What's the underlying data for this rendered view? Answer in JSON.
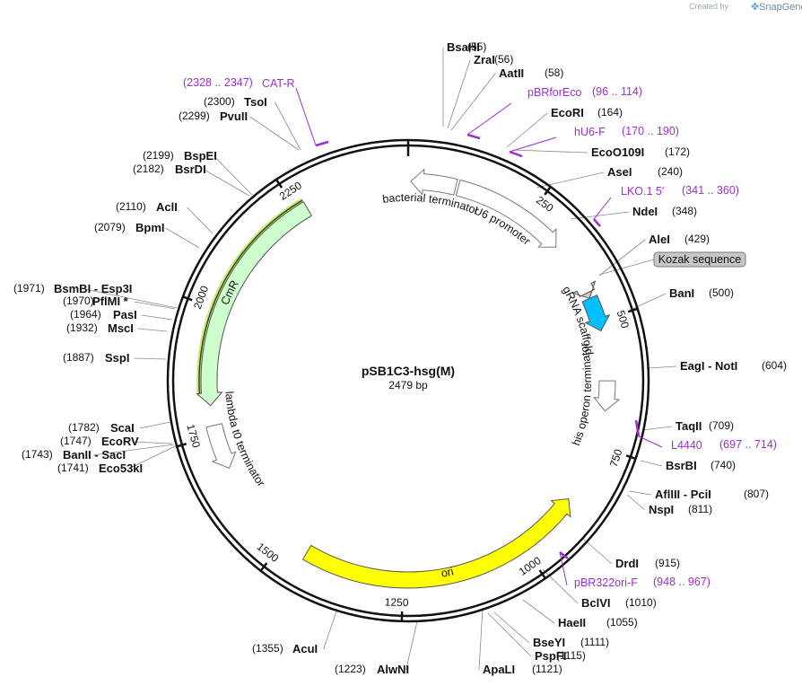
{
  "brand": {
    "created_by": "Created by",
    "name": "SnapGene"
  },
  "plasmid": {
    "name": "pSB1C3-hsg(M)",
    "length_label": "2479 bp"
  },
  "colors": {
    "primer": "#9a2fd0",
    "ori": "#ffff00",
    "cmr": "#ccffcc",
    "grna": "#00bfff",
    "kozak": "#c7c7c7"
  },
  "ticks": [
    {
      "label": "250",
      "bp": 250
    },
    {
      "label": "500",
      "bp": 500
    },
    {
      "label": "750",
      "bp": 750
    },
    {
      "label": "1000",
      "bp": 1000
    },
    {
      "label": "1250",
      "bp": 1250
    },
    {
      "label": "1500",
      "bp": 1500
    },
    {
      "label": "1750",
      "bp": 1750
    },
    {
      "label": "2000",
      "bp": 2000
    },
    {
      "label": "2250",
      "bp": 2250
    }
  ],
  "features": [
    {
      "label": "bacterial terminator",
      "start": 5,
      "end": 95,
      "dir": -1,
      "color": "#ffffff"
    },
    {
      "label": "U6 promoter",
      "start": 100,
      "end": 330,
      "dir": 1,
      "color": "#ffffff"
    },
    {
      "label": "Kozak sequence",
      "start": 440,
      "end": 452,
      "dir": 1,
      "color": "#c7c7c7"
    },
    {
      "label": "gRNA scaffold",
      "start": 452,
      "end": 520,
      "dir": 1,
      "color": "#00bfff"
    },
    {
      "label": "his operon terminator",
      "start": 620,
      "end": 680,
      "dir": 1,
      "color": "#ffffff"
    },
    {
      "label": "ori",
      "start": 870,
      "end": 1450,
      "dir": -1,
      "color": "#ffff00"
    },
    {
      "label": "lambda t0 terminator",
      "start": 1680,
      "end": 1770,
      "dir": -1,
      "color": "#ffffff"
    },
    {
      "label": "CmR",
      "start": 1810,
      "end": 2270,
      "dir": -1,
      "color": "#ccffcc"
    }
  ],
  "sites": [
    {
      "side": "right",
      "name": "BsaHI",
      "pos": "(55)"
    },
    {
      "side": "right",
      "name": "ZraI",
      "pos": "(56)"
    },
    {
      "side": "right",
      "name": "AatII",
      "pos": "(58)"
    },
    {
      "side": "right",
      "name": "EcoRI",
      "pos": "(164)"
    },
    {
      "side": "right",
      "name": "EcoO109I",
      "pos": "(172)"
    },
    {
      "side": "right",
      "name": "AseI",
      "pos": "(240)"
    },
    {
      "side": "right",
      "name": "NdeI",
      "pos": "(348)"
    },
    {
      "side": "right",
      "name": "AleI",
      "pos": "(429)"
    },
    {
      "side": "right",
      "name": "BanI",
      "pos": "(500)"
    },
    {
      "side": "right",
      "name": "EagI  - NotI",
      "pos": "(604)"
    },
    {
      "side": "right",
      "name": "TaqII",
      "pos": "(709)"
    },
    {
      "side": "right",
      "name": "BsrBI",
      "pos": "(740)"
    },
    {
      "side": "right",
      "name": "AflIII   - PciI",
      "pos": "(807)"
    },
    {
      "side": "right",
      "name": "NspI",
      "pos": "(811)"
    },
    {
      "side": "right",
      "name": "DrdI",
      "pos": "(915)"
    },
    {
      "side": "right",
      "name": "BclVI",
      "pos": "(1010)"
    },
    {
      "side": "right",
      "name": "HaeII",
      "pos": "(1055)"
    },
    {
      "side": "right",
      "name": "BseYI",
      "pos": "(1111)"
    },
    {
      "side": "right",
      "name": "PspFI",
      "pos": "(1115)"
    },
    {
      "side": "right",
      "name": "ApaLI",
      "pos": "(1121)"
    },
    {
      "side": "left",
      "name": "AlwNI",
      "pos": "(1223)"
    },
    {
      "side": "left",
      "name": "AcuI",
      "pos": "(1355)"
    },
    {
      "side": "left",
      "name": "Eco53kI",
      "pos": "(1741)"
    },
    {
      "side": "left",
      "name": "BanII  - SacI",
      "pos": "(1743)"
    },
    {
      "side": "left",
      "name": "EcoRV",
      "pos": "(1747)"
    },
    {
      "side": "left",
      "name": "ScaI",
      "pos": "(1782)"
    },
    {
      "side": "left",
      "name": "SspI",
      "pos": "(1887)"
    },
    {
      "side": "left",
      "name": "MscI",
      "pos": "(1932)"
    },
    {
      "side": "left",
      "name": "PasI",
      "pos": "(1964)"
    },
    {
      "side": "left",
      "name": "PflMI *",
      "pos": "(1970)"
    },
    {
      "side": "left",
      "name": "BsmBI  - Esp3I",
      "pos": "(1971)"
    },
    {
      "side": "left",
      "name": "BpmI",
      "pos": "(2079)"
    },
    {
      "side": "left",
      "name": "AclI",
      "pos": "(2110)"
    },
    {
      "side": "left",
      "name": "BsrDI",
      "pos": "(2182)"
    },
    {
      "side": "left",
      "name": "BspEI",
      "pos": "(2199)"
    },
    {
      "side": "left",
      "name": "PvuII",
      "pos": "(2299)"
    },
    {
      "side": "left",
      "name": "TsoI",
      "pos": "(2300)"
    }
  ],
  "primers": [
    {
      "side": "left",
      "name": "CAT-R",
      "range": "(2328 .. 2347)"
    },
    {
      "side": "right",
      "name": "pBRforEco",
      "range": "(96 .. 114)"
    },
    {
      "side": "right",
      "name": "hU6-F",
      "range": "(170 .. 190)"
    },
    {
      "side": "right",
      "name": "LKO.1 5'",
      "range": "(341 .. 360)"
    },
    {
      "side": "right",
      "name": "L4440",
      "range": "(697 .. 714)"
    },
    {
      "side": "right",
      "name": "pBR322ori-F",
      "range": "(948 .. 967)"
    }
  ]
}
